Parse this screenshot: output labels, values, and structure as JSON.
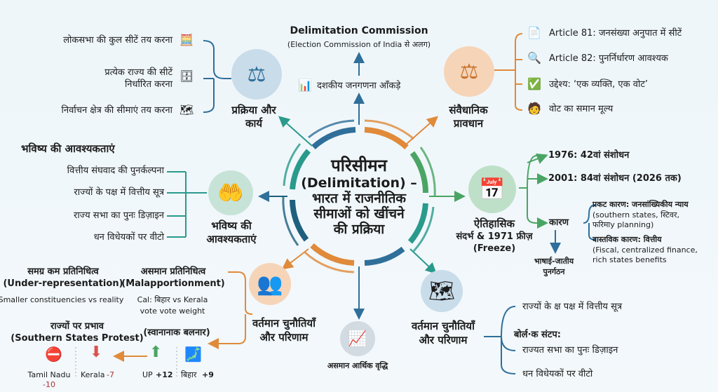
{
  "center": {
    "title": "परिसीमन",
    "subtitle_en": "(Delimitation) –",
    "line1": "भारत में राजनीतिक",
    "line2": "सीमाओं को खींचने",
    "line3": "की प्रक्रिया"
  },
  "top": {
    "title": "Delimitation Commission",
    "subtitle": "(Election Commission of India से अलग)",
    "census": "दशकीय जनगणना आँकड़े"
  },
  "process": {
    "label1": "प्रक्रिया और",
    "label2": "कार्य",
    "items": [
      "लोकसभा की कुल सीटें तय करना",
      "प्रत्येक राज्य की सीटें",
      "निर्धारित करना",
      "निर्वाचन क्षेत्र की सीमाएं तय करना"
    ]
  },
  "constitutional": {
    "label1": "संवैधानिक",
    "label2": "प्रावधान",
    "items": [
      "Article 81: जनसंख्या अनुपात में सीटें",
      "Article 82: पुनर्निर्धारण आवश्यक",
      "उद्देश्य: ‘एक व्यक्ति, एक वोट’",
      "वोट का समान मूल्य"
    ]
  },
  "history": {
    "label1": "ऐतिहासिक",
    "label2": "संदर्भ & 1971 फ्रीज़",
    "label3": "(Freeze)",
    "items": [
      "1976: 42वां संशोधन",
      "2001: 84वां संशोधन (2026 तक)"
    ],
    "reason": "कारण",
    "apparent": "प्रकट कारण: जनसांख्यिकीय न्याय",
    "apparent_d1": "(southern states, स्टिवर,",
    "apparent_d2": "फरिमाy planning)",
    "real": "वास्तविक कारण: वित्तीय",
    "real_d1": "(Fiscal, centralized finance,",
    "real_d2": "rich states benefits",
    "reorg1": "भाषाई-जातीय",
    "reorg2": "पुनर्गठन"
  },
  "future": {
    "heading": "भविष्य की आवश्यकताएं",
    "label1": "भविष्य की",
    "label2": "आवश्यकताएं",
    "items": [
      "वित्तीय संघवाद की पुनर्कल्पना",
      "राज्यों के पक्ष में वित्तीय सूत्र",
      "राज्य सभा का पुनः डिज़ाइन",
      "धन विधेयकों पर वीटो"
    ]
  },
  "challenges_left": {
    "label1": "वर्तमान चुनौतियाँ",
    "label2": "और परिणाम",
    "under": "समग्र कम प्रतिनिधित्व",
    "under_en": "(Under-representation)",
    "under_d": "Smaller constituencies vs reality",
    "mal": "असमान प्रतिनिधित्व",
    "mal_en": "(Malapportionment)",
    "mal_d1": "Cal: बिहार vs Kerala",
    "mal_d2": "vote vote weight",
    "mal_d3": "(स्वानानाक बलनार)",
    "impact": "राज्यों पर प्रभाव",
    "impact_en": "(Southern States Protest)",
    "states": [
      {
        "name": "Tamil Nadu",
        "change": "-10"
      },
      {
        "name": "Kerala",
        "change": "-7"
      },
      {
        "name": "UP",
        "change": "+12"
      },
      {
        "name": "बिहार",
        "change": "+9"
      }
    ]
  },
  "economic": {
    "label": "असमान आर्थिक वृद्धि"
  },
  "challenges_right": {
    "label1": "वर्तमान चुनौतियाँ",
    "label2": "और परिणाम",
    "items": [
      "राज्यों के क्ष पक्ष में वित्तीय सूत्र",
      "बोर्ल·क संटप:",
      "राज्यत सभा का पुनः डिज़ाइन",
      "धन विधेयकों पर वीटो"
    ]
  },
  "colors": {
    "blue": "#2f6f9a",
    "orange": "#e08a3a",
    "green": "#4aa564",
    "teal": "#2a9a8c",
    "red": "#d9534f"
  }
}
